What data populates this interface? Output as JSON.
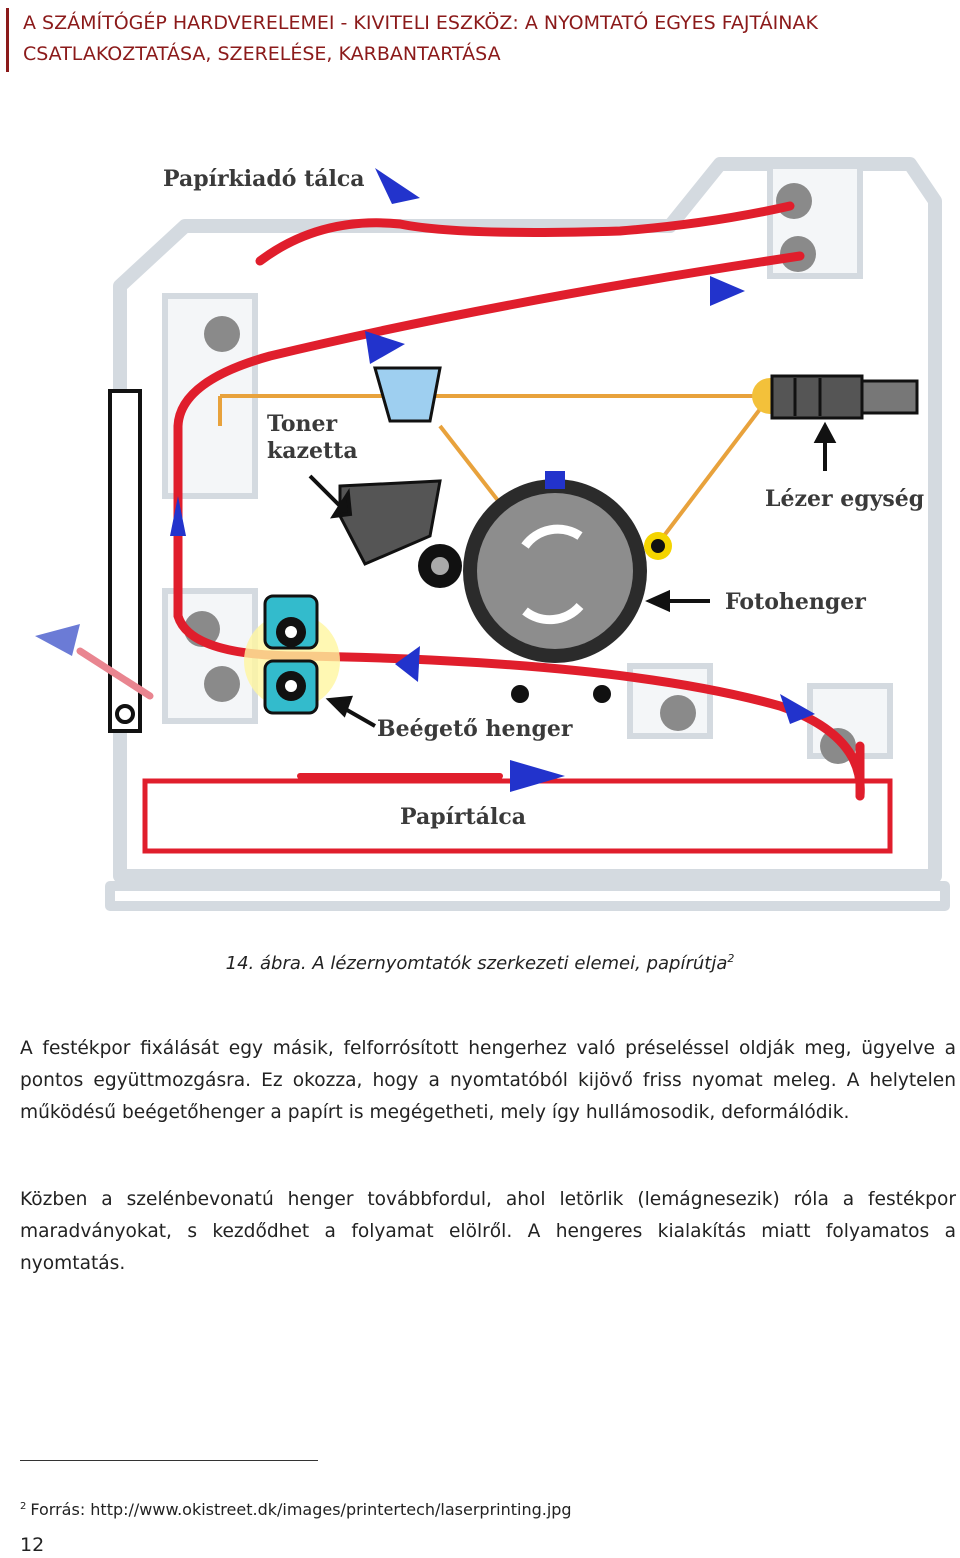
{
  "header": {
    "line1": "A SZÁMÍTÓGÉP HARDVERELEMEI - KIVITELI ESZKÖZ: A NYOMTATÓ EGYES FAJTÁINAK",
    "line2": "CSATLAKOZTATÁSA, SZERELÉSE, KARBANTARTÁSA"
  },
  "figure": {
    "labels": {
      "output_tray": "Papírkiadó tálca",
      "toner_line1": "Toner",
      "toner_line2": "kazetta",
      "laser_unit": "Lézer egység",
      "photo_drum": "Fotohenger",
      "fuser": "Beégető henger",
      "paper_tray": "Papírtálca"
    },
    "caption": "14. ábra. A lézernyomtatók szerkezeti elemei, papírútja",
    "caption_ref": "2"
  },
  "body": {
    "paragraph1": "A festékpor fixálását egy másik, felforrósított hengerhez való préseléssel oldják meg, ügyelve a pontos együttmozgásra. Ez okozza, hogy a nyomtatóból kijövő friss nyomat meleg. A helytelen működésű beégetőhenger a papírt is megégetheti, mely így hullámosodik, deformálódik.",
    "paragraph2": "Közben a szelénbevonatú henger továbbfordul, ahol letörlik (lemágnesezik) róla a festékpor maradványokat, s kezdődhet a folyamat elölről. A hengeres kialakítás miatt folyamatos a nyomtatás."
  },
  "footnote": {
    "marker": "2",
    "text": "Forrás: http://www.okistreet.dk/images/printertech/laserprinting.jpg"
  },
  "page_number": "12",
  "colors": {
    "header_text": "#8b1a1a",
    "paper_path": "#e01e2c",
    "arrow": "#2233cc",
    "printer_outline": "#d4dae0",
    "toner_blue": "#33bbcc"
  }
}
